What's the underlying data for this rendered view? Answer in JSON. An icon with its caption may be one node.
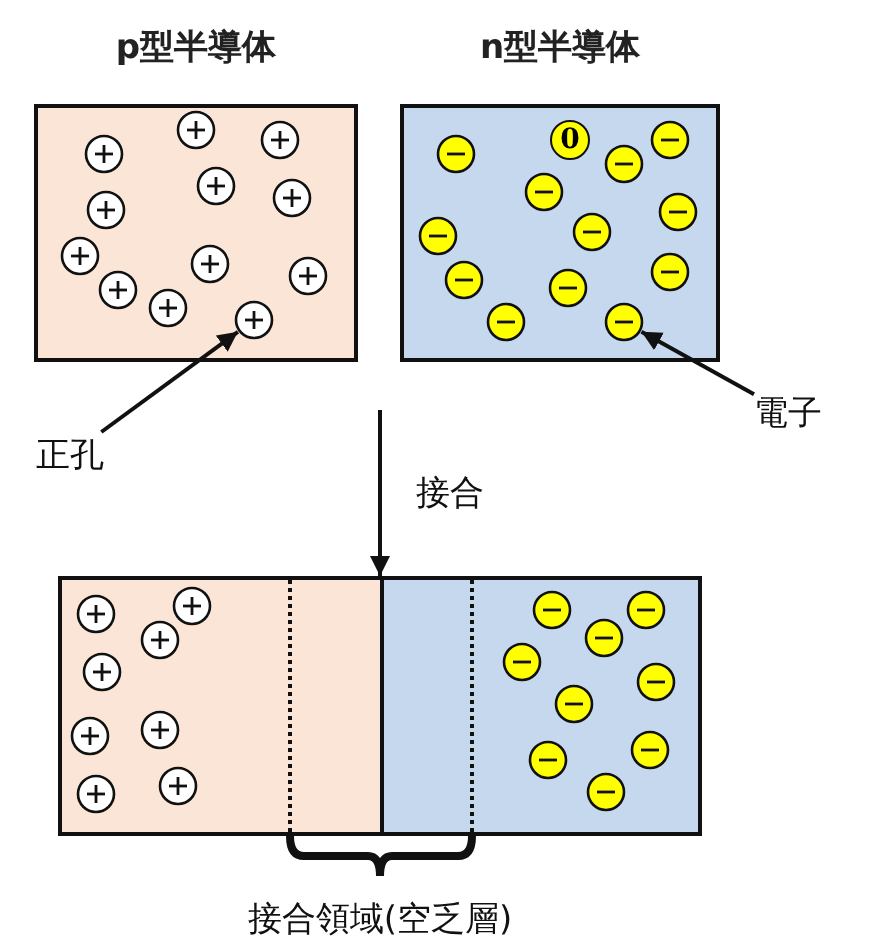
{
  "diagram": {
    "nodes": [
      {
        "text": [
          "p型半導体"
        ]
      },
      {
        "text": [
          "n型半導体"
        ]
      },
      {
        "text": [
          "正孔"
        ]
      },
      {
        "text": [],
        "shape": "circle",
        "in": 0
      },
      {
        "text": [
          "電子"
        ]
      },
      {
        "text": [],
        "shape": "circle",
        "in": 1
      },
      {
        "text": [],
        "shape": "box"
      }
    ],
    "edges": [
      {
        "from": 2,
        "to": 3,
        "arrow": "to"
      },
      {
        "from": 4,
        "to": 5,
        "arrow": "to"
      },
      {
        "from": null,
        "to": 6,
        "arrow": "to",
        "label": "接合"
      }
    ],
    "labels": [
      "0",
      "接合領域(空乏層)"
    ]
  }
}
